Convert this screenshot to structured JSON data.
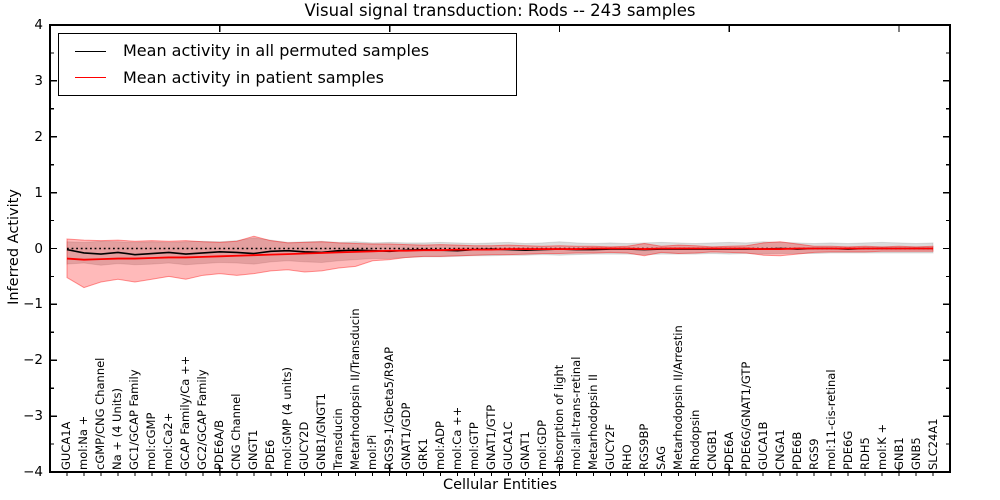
{
  "figure": {
    "title": "Visual signal transduction: Rods -- 243 samples",
    "xlabel": "Cellular Entities",
    "ylabel": "Inferred Activity"
  },
  "legend": {
    "items": [
      {
        "label": "Mean activity in all permuted samples",
        "color": "#000000"
      },
      {
        "label": "Mean activity in patient samples",
        "color": "#ff0000"
      }
    ]
  },
  "chart_data": {
    "type": "line",
    "title": "Visual signal transduction: Rods -- 243 samples",
    "xlabel": "Cellular Entities",
    "ylabel": "Inferred Activity",
    "ylim": [
      -4,
      4
    ],
    "yticks": [
      -4,
      -3,
      -2,
      -1,
      0,
      1,
      2,
      3,
      4
    ],
    "grid": false,
    "legend_position": "upper left",
    "categories": [
      "GUCA1A",
      "mol:Na +",
      "cGMP/CNG Channel",
      "Na + (4 Units)",
      "GC1/GCAP Family",
      "mol:cGMP",
      "mol:Ca2+",
      "GCAP Family/Ca ++",
      "GC2/GCAP Family",
      "PDE6A/B",
      "CNG Channel",
      "GNGT1",
      "PDE6",
      "mol:GMP (4 units)",
      "GUCY2D",
      "GNB1/GNGT1",
      "Transducin",
      "Metarhodopsin II/Transducin",
      "mol:Pi",
      "RGS9-1/Gbeta5/R9AP",
      "GNAT1/GDP",
      "GRK1",
      "mol:ADP",
      "mol:Ca ++",
      "mol:GTP",
      "GNAT1/GTP",
      "GUCA1C",
      "GNAT1",
      "mol:GDP",
      "absorption of light",
      "mol:all-trans-retinal",
      "Metarhodopsin II",
      "GUCY2F",
      "RHO",
      "RGS9BP",
      "SAG",
      "Metarhodopsin II/Arrestin",
      "Rhodopsin",
      "CNGB1",
      "PDE6A",
      "PDE6G/GNAT1/GTP",
      "GUCA1B",
      "CNGA1",
      "PDE6B",
      "RGS9",
      "mol:11-cis-retinal",
      "PDE6G",
      "RDH5",
      "mol:K +",
      "GNB1",
      "GNB5",
      "SLC24A1"
    ],
    "series": [
      {
        "name": "zero-reference-line",
        "color": "#000000",
        "style": "dotted",
        "width": 1.6,
        "value": 0.0
      },
      {
        "name": "mean-activity-permuted",
        "label": "Mean activity in all permuted samples",
        "color": "#000000",
        "style": "solid",
        "width": 1.6,
        "values": [
          -0.02,
          -0.08,
          -0.1,
          -0.07,
          -0.11,
          -0.09,
          -0.07,
          -0.1,
          -0.08,
          -0.06,
          -0.07,
          -0.09,
          -0.05,
          -0.04,
          -0.06,
          -0.07,
          -0.04,
          -0.03,
          -0.04,
          -0.05,
          -0.03,
          -0.02,
          -0.03,
          -0.04,
          -0.02,
          -0.01,
          -0.02,
          -0.03,
          -0.02,
          -0.01,
          -0.02,
          -0.02,
          -0.01,
          -0.01,
          -0.02,
          -0.01,
          -0.01,
          -0.01,
          -0.01,
          -0.01,
          -0.01,
          -0.01,
          0.0,
          -0.01,
          0.0,
          0.0,
          -0.01,
          0.0,
          0.0,
          0.0,
          0.0,
          0.0
        ]
      },
      {
        "name": "mean-activity-patient",
        "label": "Mean activity in patient samples",
        "color": "#ff0000",
        "style": "solid",
        "width": 1.8,
        "values": [
          -0.18,
          -0.2,
          -0.19,
          -0.18,
          -0.18,
          -0.17,
          -0.16,
          -0.16,
          -0.15,
          -0.14,
          -0.13,
          -0.12,
          -0.11,
          -0.1,
          -0.09,
          -0.08,
          -0.07,
          -0.06,
          -0.05,
          -0.04,
          -0.04,
          -0.03,
          -0.03,
          -0.02,
          -0.02,
          -0.02,
          -0.01,
          -0.01,
          -0.01,
          -0.01,
          -0.01,
          0.0,
          0.0,
          0.0,
          -0.01,
          0.0,
          0.0,
          0.0,
          0.0,
          0.0,
          0.0,
          -0.01,
          -0.01,
          0.0,
          0.0,
          0.0,
          0.0,
          0.0,
          0.0,
          0.0,
          0.0,
          0.0
        ]
      }
    ],
    "bands": [
      {
        "name": "permuted-range",
        "fill": "rgba(0,0,0,0.14)",
        "edge": "rgba(0,0,0,0.10)",
        "upper": [
          0.12,
          0.11,
          0.13,
          0.12,
          0.11,
          0.12,
          0.11,
          0.12,
          0.13,
          0.12,
          0.14,
          0.19,
          0.15,
          0.11,
          0.12,
          0.13,
          0.11,
          0.12,
          0.1,
          0.11,
          0.1,
          0.1,
          0.11,
          0.1,
          0.09,
          0.1,
          0.11,
          0.09,
          0.1,
          0.12,
          0.1,
          0.09,
          0.1,
          0.09,
          0.1,
          0.11,
          0.1,
          0.09,
          0.1,
          0.11,
          0.1,
          0.12,
          0.11,
          0.1,
          0.09,
          0.1,
          0.09,
          0.1,
          0.11,
          0.1,
          0.09,
          0.1
        ],
        "lower": [
          -0.28,
          -0.26,
          -0.3,
          -0.27,
          -0.29,
          -0.28,
          -0.26,
          -0.29,
          -0.27,
          -0.25,
          -0.26,
          -0.28,
          -0.24,
          -0.22,
          -0.24,
          -0.25,
          -0.22,
          -0.2,
          -0.18,
          -0.18,
          -0.16,
          -0.15,
          -0.15,
          -0.14,
          -0.13,
          -0.13,
          -0.12,
          -0.12,
          -0.11,
          -0.12,
          -0.11,
          -0.1,
          -0.1,
          -0.1,
          -0.11,
          -0.1,
          -0.1,
          -0.1,
          -0.09,
          -0.1,
          -0.09,
          -0.1,
          -0.09,
          -0.09,
          -0.09,
          -0.08,
          -0.08,
          -0.08,
          -0.08,
          -0.08,
          -0.08,
          -0.08
        ]
      },
      {
        "name": "patient-range",
        "fill": "rgba(255,0,0,0.27)",
        "edge": "rgba(255,0,0,0.40)",
        "upper": [
          0.17,
          0.15,
          0.14,
          0.15,
          0.13,
          0.14,
          0.13,
          0.14,
          0.12,
          0.11,
          0.13,
          0.22,
          0.14,
          0.1,
          0.11,
          0.12,
          0.1,
          0.09,
          0.08,
          0.08,
          0.07,
          0.06,
          0.07,
          0.06,
          0.05,
          0.05,
          0.06,
          0.05,
          0.04,
          0.05,
          0.04,
          0.04,
          0.03,
          0.04,
          0.09,
          0.04,
          0.06,
          0.05,
          0.03,
          0.04,
          0.05,
          0.1,
          0.12,
          0.08,
          0.04,
          0.04,
          0.03,
          0.04,
          0.03,
          0.04,
          0.03,
          0.04
        ],
        "lower": [
          -0.52,
          -0.7,
          -0.6,
          -0.55,
          -0.6,
          -0.55,
          -0.5,
          -0.55,
          -0.48,
          -0.45,
          -0.48,
          -0.45,
          -0.4,
          -0.38,
          -0.42,
          -0.4,
          -0.35,
          -0.32,
          -0.22,
          -0.2,
          -0.16,
          -0.14,
          -0.14,
          -0.13,
          -0.12,
          -0.11,
          -0.11,
          -0.1,
          -0.09,
          -0.09,
          -0.08,
          -0.08,
          -0.07,
          -0.08,
          -0.13,
          -0.07,
          -0.09,
          -0.08,
          -0.06,
          -0.07,
          -0.08,
          -0.12,
          -0.13,
          -0.1,
          -0.07,
          -0.06,
          -0.06,
          -0.06,
          -0.05,
          -0.05,
          -0.05,
          -0.05
        ]
      }
    ]
  }
}
